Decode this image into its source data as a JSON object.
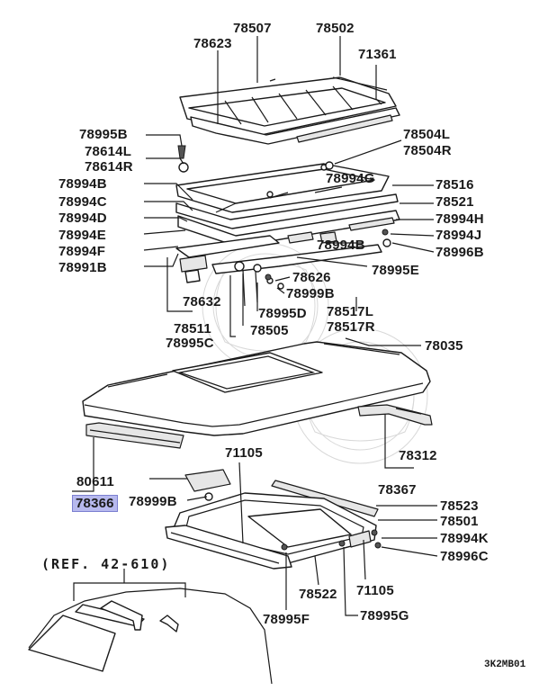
{
  "diagram": {
    "reference": "(REF. 42-610)",
    "drawing_code": "3K2MB01",
    "highlight_color": "#b7b9ee",
    "labels": {
      "p78507": "78507",
      "p78502": "78502",
      "p78623": "78623",
      "p71361": "71361",
      "p78995B": "78995B",
      "p78504L": "78504L",
      "p78504R": "78504R",
      "p78614L": "78614L",
      "p78614R": "78614R",
      "p78994B_a": "78994B",
      "p78994G": "78994G",
      "p78516": "78516",
      "p78994C": "78994C",
      "p78521": "78521",
      "p78994D": "78994D",
      "p78994H": "78994H",
      "p78994E": "78994E",
      "p78994J": "78994J",
      "p78994B_b": "78994B",
      "p78994F": "78994F",
      "p78996B": "78996B",
      "p78991B": "78991B",
      "p78995E": "78995E",
      "p78626": "78626",
      "p78632": "78632",
      "p78999B_a": "78999B",
      "p78995D": "78995D",
      "p78517L": "78517L",
      "p78511": "78511",
      "p78505": "78505",
      "p78517R": "78517R",
      "p78995C": "78995C",
      "p78035": "78035",
      "p71105_a": "71105",
      "p78312": "78312",
      "p80611": "80611",
      "p78367": "78367",
      "p78366": "78366",
      "p78999B_b": "78999B",
      "p78523": "78523",
      "p78501": "78501",
      "p78994K": "78994K",
      "p78996C": "78996C",
      "p78522": "78522",
      "p71105_b": "71105",
      "p78995F": "78995F",
      "p78995G": "78995G"
    }
  }
}
